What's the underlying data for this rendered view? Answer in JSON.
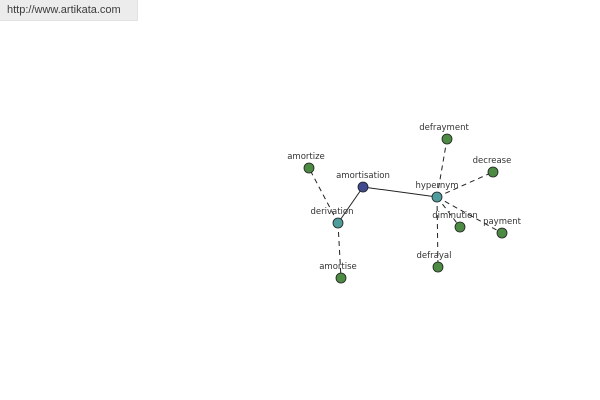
{
  "watermark": {
    "url": "http://www.artikata.com"
  },
  "colors": {
    "center_node": "#404a8e",
    "hub_node": "#4f9c9c",
    "leaf_node": "#4d8a44",
    "edge": "#222222",
    "label": "#333333"
  },
  "graph": {
    "nodes": [
      {
        "id": "amortisation",
        "label": "amortisation",
        "kind": "center"
      },
      {
        "id": "derivation",
        "label": "derivation",
        "kind": "hub"
      },
      {
        "id": "hypernym",
        "label": "hypernym",
        "kind": "hub"
      },
      {
        "id": "amortize",
        "label": "amortize",
        "kind": "leaf"
      },
      {
        "id": "amortise",
        "label": "amortise",
        "kind": "leaf"
      },
      {
        "id": "defrayment",
        "label": "defrayment",
        "kind": "leaf"
      },
      {
        "id": "decrease",
        "label": "decrease",
        "kind": "leaf"
      },
      {
        "id": "diminution",
        "label": "diminution",
        "kind": "leaf"
      },
      {
        "id": "payment",
        "label": "payment",
        "kind": "leaf"
      },
      {
        "id": "defrayal",
        "label": "defrayal",
        "kind": "leaf"
      }
    ],
    "edges": [
      {
        "from": "amortisation",
        "to": "derivation",
        "style": "solid"
      },
      {
        "from": "amortisation",
        "to": "hypernym",
        "style": "solid"
      },
      {
        "from": "derivation",
        "to": "amortize",
        "style": "dashed"
      },
      {
        "from": "derivation",
        "to": "amortise",
        "style": "dashed"
      },
      {
        "from": "hypernym",
        "to": "defrayment",
        "style": "dashed"
      },
      {
        "from": "hypernym",
        "to": "decrease",
        "style": "dashed"
      },
      {
        "from": "hypernym",
        "to": "diminution",
        "style": "dashed"
      },
      {
        "from": "hypernym",
        "to": "payment",
        "style": "dashed"
      },
      {
        "from": "hypernym",
        "to": "defrayal",
        "style": "dashed"
      }
    ]
  }
}
